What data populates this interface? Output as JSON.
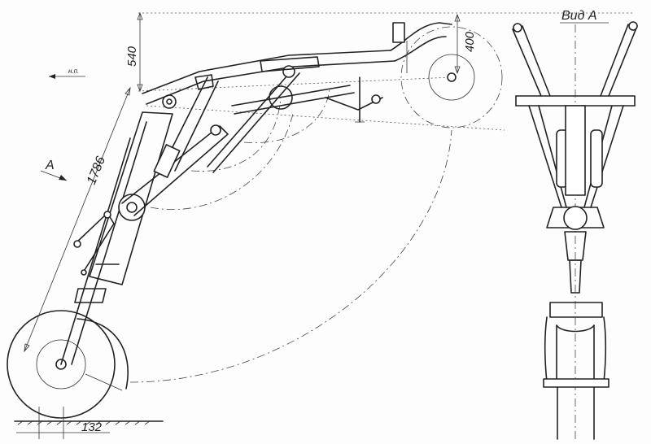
{
  "labels": {
    "dim_540": "540",
    "dim_400": "400",
    "dim_1786": "1786",
    "dim_132": "132",
    "view_mark": "А",
    "view_title": "Вид А",
    "direction_label": "н.п."
  }
}
